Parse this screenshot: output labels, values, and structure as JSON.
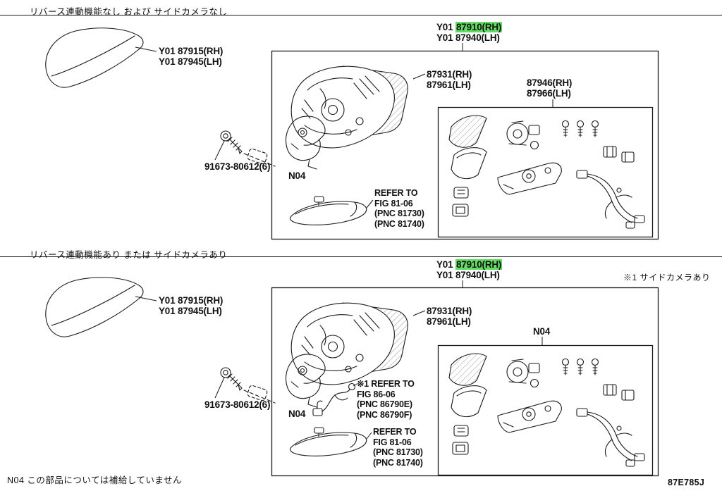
{
  "page": {
    "bg_color": "#ffffff",
    "line_color": "#1a1a1a",
    "highlight_color": "#62db62",
    "footer_note": "N04 この部品については補給していません",
    "diagram_code": "87E785J"
  },
  "section1": {
    "header": "リバース連動機能なし および サイドカメラなし",
    "assy": {
      "prefix_rh": "Y01 ",
      "rh": "87910(RH)",
      "lh": "Y01 87940(LH)"
    },
    "cover": {
      "rh": "Y01 87915(RH)",
      "lh": "Y01 87945(LH)"
    },
    "screw_part": "91673-80612(6)",
    "n04_label": "N04",
    "glass": {
      "rh": "87931(RH)",
      "lh": "87961(LH)"
    },
    "kit": {
      "rh": "87946(RH)",
      "lh": "87966(LH)"
    },
    "refer_lamp": [
      "REFER TO",
      "FIG 81-06",
      "(PNC 81730)",
      "(PNC 81740)"
    ]
  },
  "section2": {
    "header": "リバース連動機能あり または サイドカメラあり",
    "side_note": "※1 サイドカメラあり",
    "assy": {
      "prefix_rh": "Y01 ",
      "rh": "87910(RH)",
      "lh": "Y01 87940(LH)"
    },
    "cover": {
      "rh": "Y01 87915(RH)",
      "lh": "Y01 87945(LH)"
    },
    "screw_part": "91673-80612(6)",
    "n04_label": "N04",
    "n04_kit_label": "N04",
    "glass": {
      "rh": "87931(RH)",
      "lh": "87961(LH)"
    },
    "refer_camera": [
      "※1 REFER TO",
      "FIG 86-06",
      "(PNC 86790E)",
      "(PNC 86790F)"
    ],
    "refer_lamp": [
      "REFER TO",
      "FIG 81-06",
      "(PNC 81730)",
      "(PNC 81740)"
    ]
  }
}
